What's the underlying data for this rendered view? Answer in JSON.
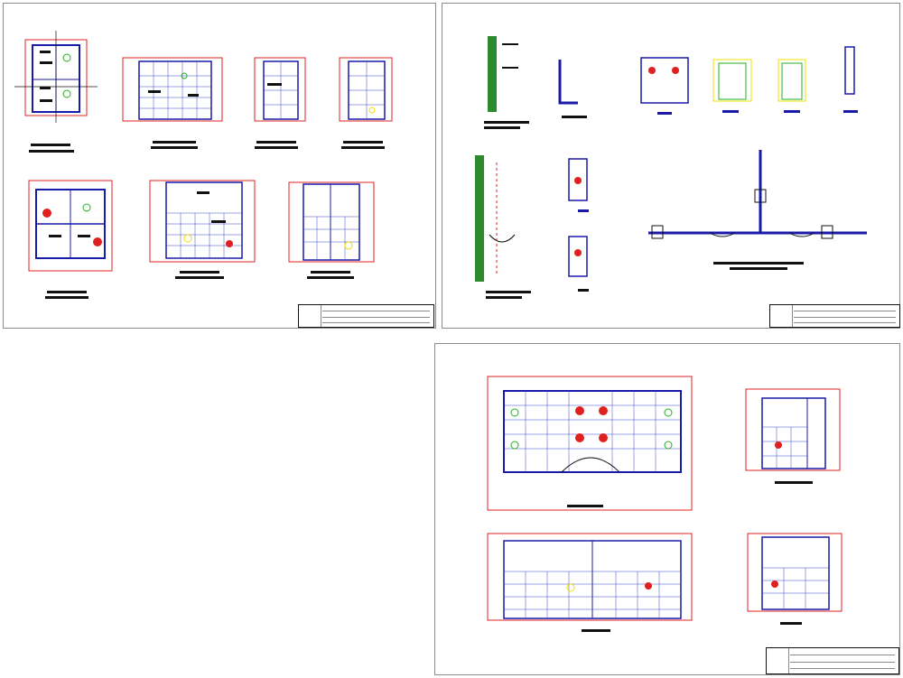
{
  "drawing": {
    "sheets": [
      {
        "id": "sheet-1",
        "label": ""
      },
      {
        "id": "sheet-2",
        "label": ""
      },
      {
        "id": "sheet-3",
        "label": ""
      }
    ],
    "colors": {
      "background": "#ffffff",
      "sheet_border": "#8a8a8a",
      "wall": "#1a1aa8",
      "tile_grid": "#3a46c8",
      "dimension": "#e02020",
      "fixture": "#20b020",
      "highlight": "#f0e000",
      "text_block": "#111111",
      "section_wall": "#2c8a2c"
    }
  }
}
